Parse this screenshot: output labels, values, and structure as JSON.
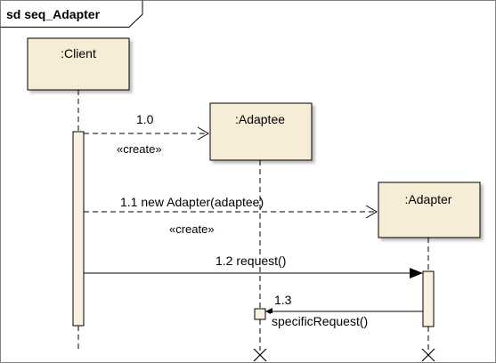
{
  "frame": {
    "title": "sd seq_Adapter"
  },
  "lifelines": [
    {
      "id": "client",
      "label": ":Client"
    },
    {
      "id": "adaptee",
      "label": ":Adaptee"
    },
    {
      "id": "adapter",
      "label": ":Adapter"
    }
  ],
  "messages": [
    {
      "number": "1.0",
      "stereotype": "«create»",
      "kind": "create"
    },
    {
      "number": "1.1 new Adapter(adaptee)",
      "stereotype": "«create»",
      "kind": "create"
    },
    {
      "number": "1.2 request()",
      "kind": "synchronous"
    },
    {
      "number": "1.3",
      "operation": "specificRequest()",
      "kind": "synchronous"
    }
  ],
  "colors": {
    "lifeline_fill": "#f7ecd5",
    "activation_fill": "#f9f1e0",
    "line": "#000000",
    "frame_border": "#7f7f7f"
  }
}
